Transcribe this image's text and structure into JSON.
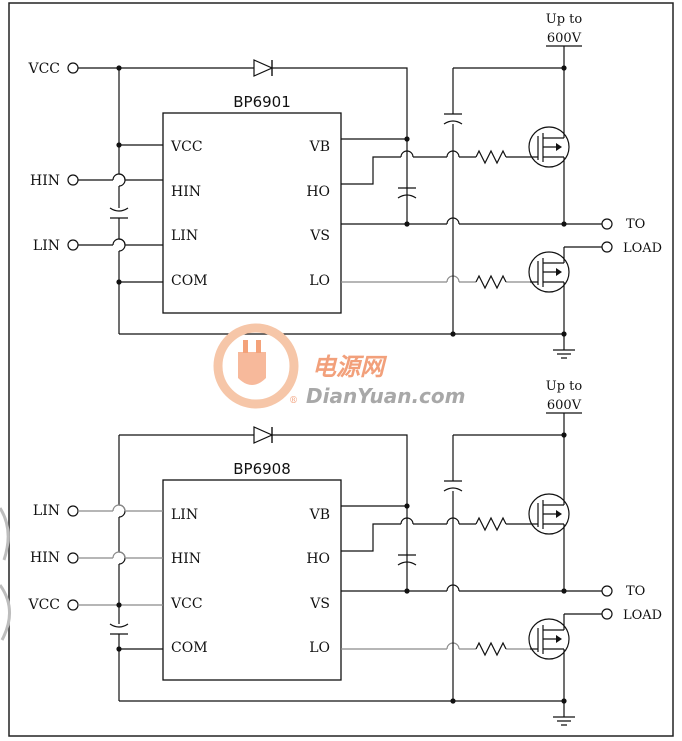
{
  "watermark": {
    "chinese": "电源网",
    "english": "DianYuan.com",
    "registered": "®"
  },
  "circuits": [
    {
      "chip_name": "BP6901",
      "left_pins": [
        "VCC",
        "HIN",
        "LIN",
        "COM"
      ],
      "right_pins": [
        "VB",
        "HO",
        "VS",
        "LO"
      ],
      "input_terminals": [
        "VCC",
        "HIN",
        "LIN"
      ],
      "supply_line1": "Up to",
      "supply_line2": "600V",
      "output_to": "TO",
      "output_load": "LOAD"
    },
    {
      "chip_name": "BP6908",
      "left_pins": [
        "LIN",
        "HIN",
        "VCC",
        "COM"
      ],
      "right_pins": [
        "VB",
        "HO",
        "VS",
        "LO"
      ],
      "input_terminals": [
        "LIN",
        "HIN",
        "VCC"
      ],
      "supply_line1": "Up to",
      "supply_line2": "600V",
      "output_to": "TO",
      "output_load": "LOAD"
    }
  ]
}
